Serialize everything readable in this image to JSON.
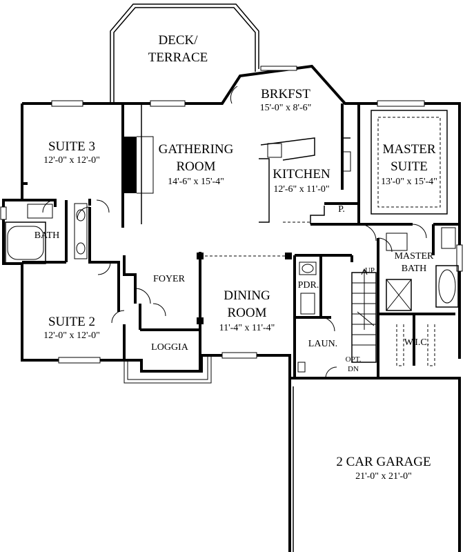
{
  "rooms": {
    "deck": {
      "line1": "DECK/",
      "line2": "TERRACE"
    },
    "brkfst": {
      "name": "BRKFST",
      "size": "15'-0\" x 8'-6\""
    },
    "suite3": {
      "name": "SUITE 3",
      "size": "12'-0\" x 12'-0\""
    },
    "gathering": {
      "line1": "GATHERING",
      "line2": "ROOM",
      "size": "14'-6\" x 15'-4\""
    },
    "kitchen": {
      "name": "KITCHEN",
      "size": "12'-6\" x 11'-0\""
    },
    "master_suite": {
      "line1": "MASTER",
      "line2": "SUITE",
      "size": "13'-0\" x 15'-4\""
    },
    "bath": {
      "name": "BATH"
    },
    "pantry": {
      "name": "P."
    },
    "foyer": {
      "name": "FOYER"
    },
    "pdr": {
      "name": "PDR."
    },
    "master_bath": {
      "line1": "MASTER",
      "line2": "BATH"
    },
    "up": {
      "name": "UP"
    },
    "dining": {
      "line1": "DINING",
      "line2": "ROOM",
      "size": "11'-4\" x 11'-4\""
    },
    "suite2": {
      "name": "SUITE 2",
      "size": "12'-0\" x 12'-0\""
    },
    "laun": {
      "name": "LAUN."
    },
    "wic": {
      "name": "W.I.C."
    },
    "loggia": {
      "name": "LOGGIA"
    },
    "opt_dn": {
      "line1": "OPT.",
      "line2": "DN"
    },
    "garage": {
      "name": "2 CAR GARAGE",
      "size": "21'-0\" x 21'-0\""
    }
  }
}
